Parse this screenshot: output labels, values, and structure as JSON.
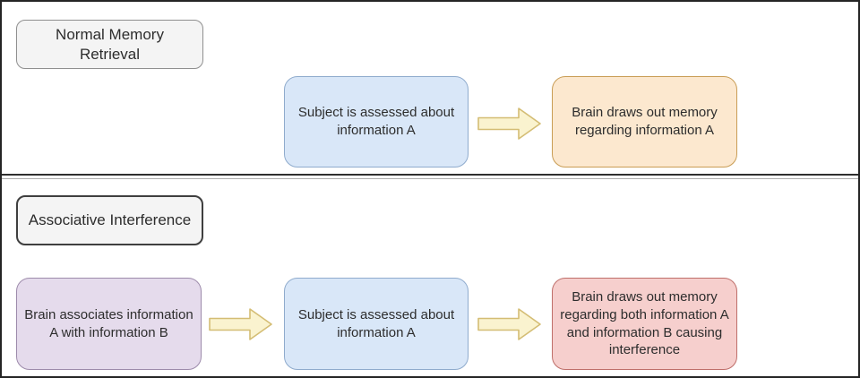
{
  "colors": {
    "frame_border": "#242424",
    "divider_dark": "#2e2e2e",
    "divider_light": "#ababab",
    "node_text": "#2d2d2d",
    "label_fill": "#f4f4f4",
    "label_normal_border": "#8f8f8f",
    "label_associative_border": "#3f3f3f",
    "blue_fill": "#d9e7f8",
    "blue_border": "#8fabcd",
    "orange_fill": "#fce8cf",
    "orange_border": "#c99d55",
    "purple_fill": "#e5dbec",
    "purple_border": "#9d8bab",
    "pink_fill": "#f6cfcd",
    "pink_border": "#bf6f6a",
    "arrow_fill": "#faf3cf",
    "arrow_border": "#d4bd74"
  },
  "sections": {
    "top": {
      "label": "Normal Memory\nRetrieval",
      "boxes": {
        "assessed": "Subject is assessed about\ninformation A",
        "draws": "Brain draws out memory\nregarding information A"
      }
    },
    "bottom": {
      "label": "Associative Interference",
      "boxes": {
        "associates": "Brain associates information\nA with information B",
        "assessed": "Subject is assessed about\ninformation A",
        "draws": "Brain draws out memory\nregarding both information A\nand information B causing\ninterference"
      }
    }
  }
}
